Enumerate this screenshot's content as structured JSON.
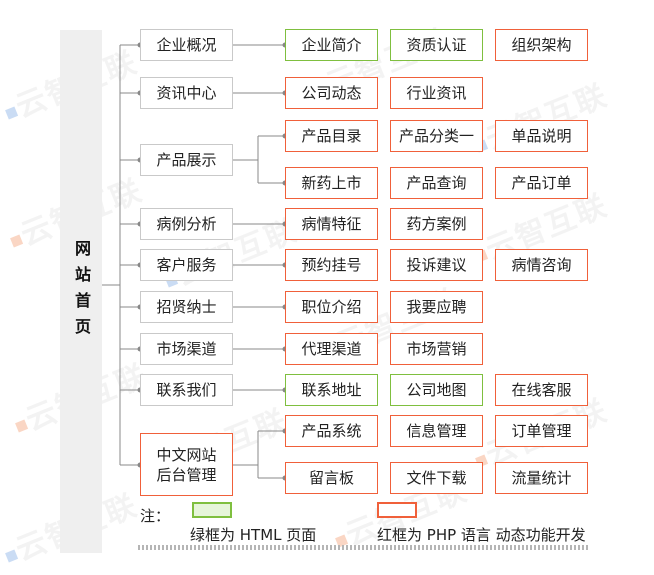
{
  "home": {
    "label": "网站首页"
  },
  "watermark": "云智互联",
  "sections": {
    "s1": "企业概况",
    "s2": "资讯中心",
    "s3": "产品展示",
    "s4": "病例分析",
    "s5": "客户服务",
    "s6": "招贤纳士",
    "s7": "市场渠道",
    "s8": "联系我们",
    "s9": "中文网站\n后台管理"
  },
  "pages": {
    "p1a": "企业简介",
    "p1b": "资质认证",
    "p1c": "组织架构",
    "p2a": "公司动态",
    "p2b": "行业资讯",
    "p3a": "产品目录",
    "p3b": "产品分类一",
    "p3c": "单品说明",
    "p3d": "新药上市",
    "p3e": "产品查询",
    "p3f": "产品订单",
    "p4a": "病情特征",
    "p4b": "药方案例",
    "p5a": "预约挂号",
    "p5b": "投诉建议",
    "p5c": "病情咨询",
    "p6a": "职位介绍",
    "p6b": "我要应聘",
    "p7a": "代理渠道",
    "p7b": "市场营销",
    "p8a": "联系地址",
    "p8b": "公司地图",
    "p8c": "在线客服",
    "p9a": "产品系统",
    "p9b": "信息管理",
    "p9c": "订单管理",
    "p9d": "留言板",
    "p9e": "文件下载",
    "p9f": "流量统计"
  },
  "legend": {
    "title": "注：",
    "green_text": "绿框为 HTML 页面",
    "red_text": "红框为 PHP 语言 动态功能开发"
  },
  "colors": {
    "green": "#7fbf3f",
    "red": "#f0603a",
    "gray": "#c9c9c9",
    "line": "#888888"
  }
}
